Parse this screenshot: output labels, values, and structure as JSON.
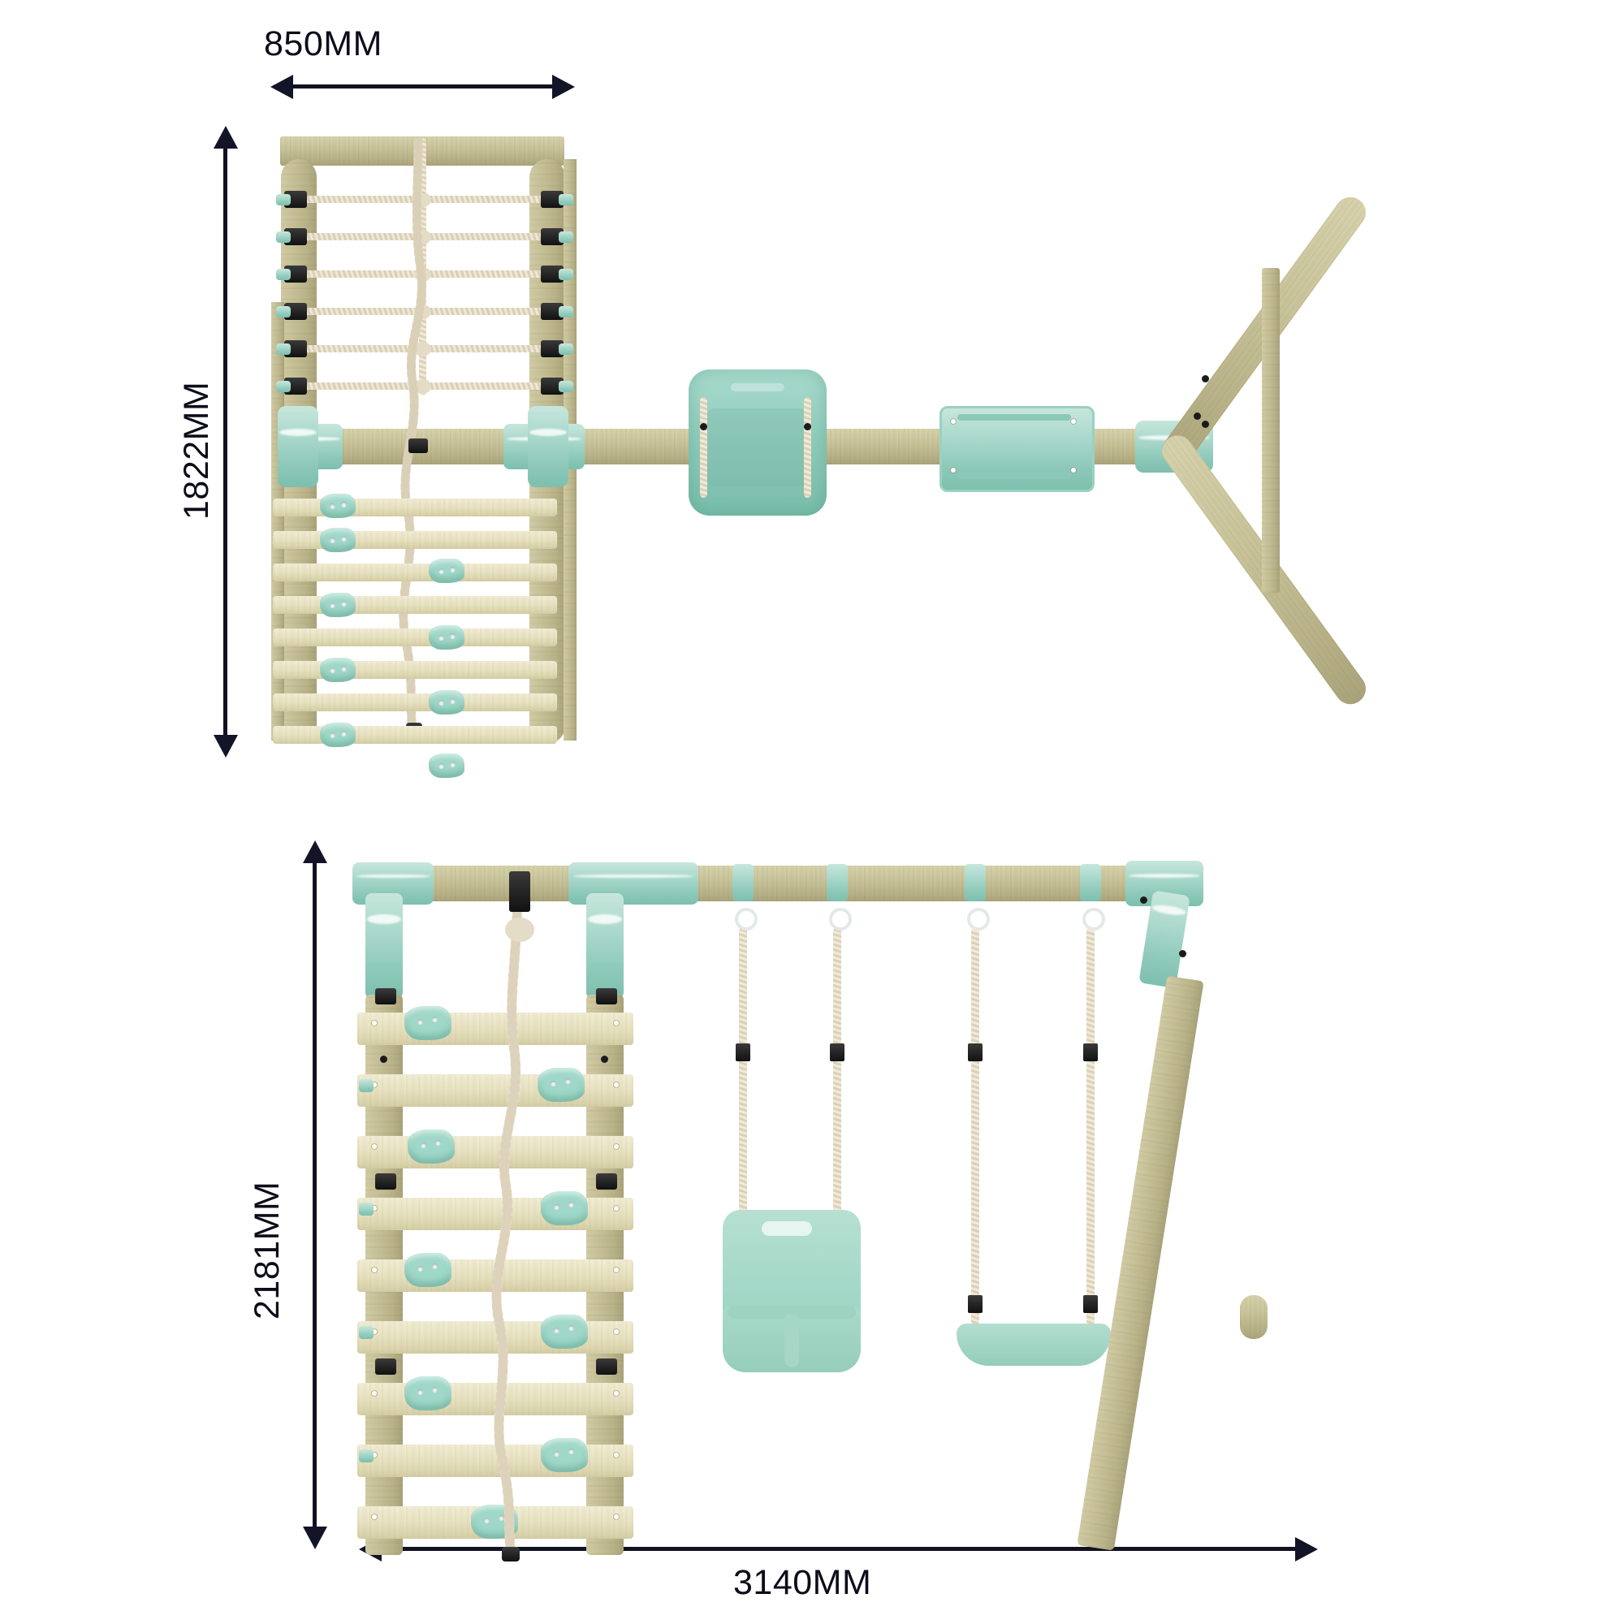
{
  "document": {
    "type": "technical-dimension-drawing",
    "product": "wooden-swing-set-with-climbing-frame",
    "units": "MM",
    "background_color": "#ffffff",
    "line_color": "#141428"
  },
  "dimensions": {
    "top_view_width": "850MM",
    "top_view_depth": "1822MM",
    "front_view_height": "2181MM",
    "front_view_width": "3140MM"
  },
  "views": [
    {
      "id": "top-view",
      "name": "top-plan-view",
      "labels": [
        "850MM",
        "1822MM"
      ]
    },
    {
      "id": "front-view",
      "name": "front-elevation-view",
      "labels": [
        "2181MM",
        "3140MM"
      ]
    }
  ],
  "colors": {
    "wood": "#c9c49a",
    "wood_light": "#e9e4c4",
    "mint": "#a9d8cb",
    "mint_dark": "#7dbfae",
    "rope": "#e7dfcb",
    "clamp_black": "#1a1a1a",
    "dimension_line": "#141428"
  },
  "components": {
    "climbing_frame": "climbing-wall-with-slats-and-holds",
    "cargo_net": "rope-climbing-net",
    "climbing_rope": "knotted-climbing-rope",
    "baby_seat": "toddler-bucket-swing-seat",
    "flat_seat": "flat-belt-swing-seat",
    "top_beam": "horizontal-swing-beam",
    "a_frame_legs": "angled-support-legs",
    "connectors": "mint-green-tube-connectors",
    "climbing_holds": "star-shaped-climbing-holds"
  },
  "counts": {
    "net_rungs": 6,
    "wall_slats": 9,
    "climbing_holds_front": 9,
    "swing_hangers": 4,
    "swings": 2
  }
}
